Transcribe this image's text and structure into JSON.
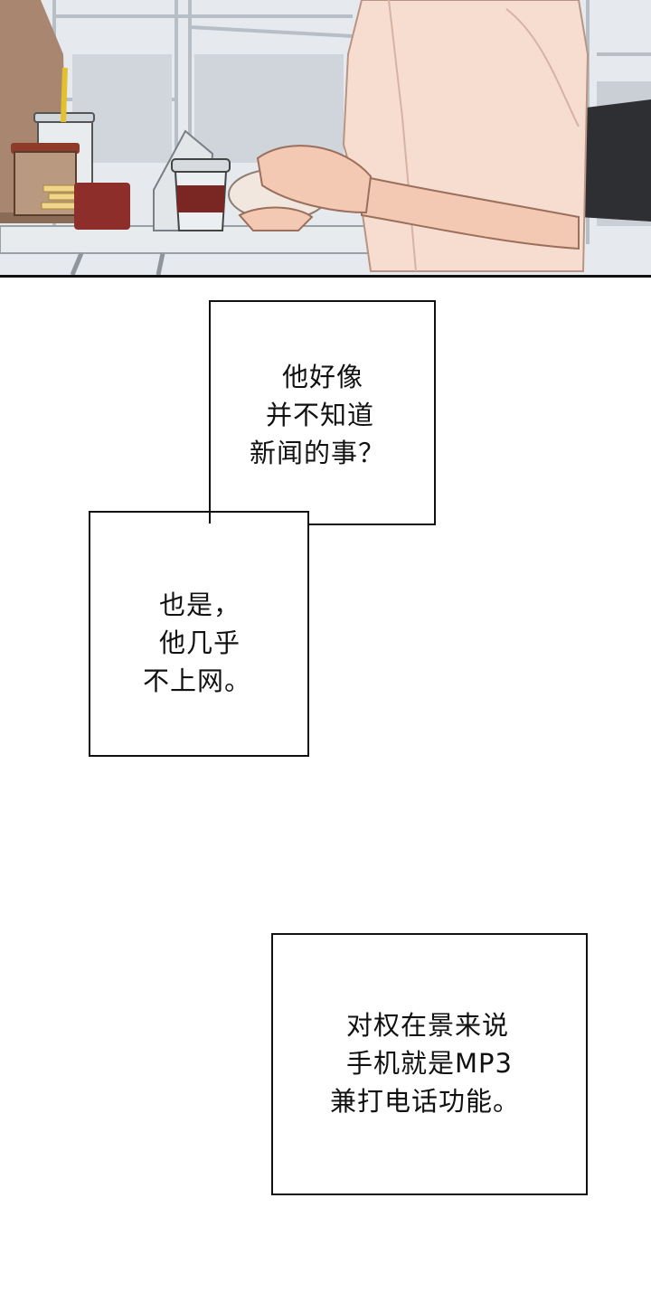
{
  "panel_top": {
    "icons": [
      "cafe-window-scene",
      "coffee-cup-icon",
      "sandwich-icon",
      "drink-cup-icon",
      "fries-icon"
    ]
  },
  "captions": [
    {
      "lines": [
        "他好像",
        "并不知道",
        "新闻的事？"
      ]
    },
    {
      "lines": [
        "也是，",
        "他几乎",
        "不上网。"
      ]
    },
    {
      "lines": [
        "对权在景来说",
        "手机就是MP3",
        "兼打电话功能。"
      ]
    }
  ],
  "colors": {
    "border": "#111111",
    "background": "#ffffff",
    "skin": "#f3c9b4",
    "shirt": "#f7ddd0"
  }
}
